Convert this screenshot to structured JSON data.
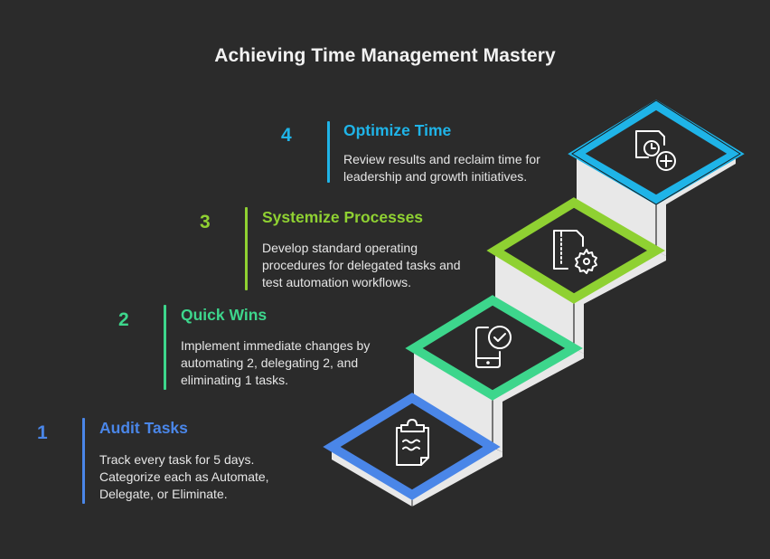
{
  "title": "Achieving Time Management Mastery",
  "colors": {
    "background": "#2b2b2b",
    "step1": "#4a86e8",
    "step2": "#3dd68c",
    "step3": "#8fd132",
    "step4": "#1fb4e8",
    "block_face": "#e8e8e8",
    "block_side": "#dcdcdc"
  },
  "steps": [
    {
      "number": "1",
      "heading": "Audit Tasks",
      "description_lines": [
        "Track every task for 5 days.",
        "Categorize each as Automate,",
        "Delegate, or Eliminate."
      ],
      "icon": "clipboard-notes-icon",
      "color": "#4a86e8"
    },
    {
      "number": "2",
      "heading": "Quick Wins",
      "description_lines": [
        "Implement immediate changes by",
        "automating 2, delegating 2, and",
        "eliminating 1 tasks."
      ],
      "icon": "mobile-check-icon",
      "color": "#3dd68c"
    },
    {
      "number": "3",
      "heading": "Systemize Processes",
      "description_lines": [
        "Develop standard operating",
        "procedures for delegated tasks and",
        "test automation workflows."
      ],
      "icon": "zip-file-gear-icon",
      "color": "#8fd132"
    },
    {
      "number": "4",
      "heading": "Optimize Time",
      "description_lines": [
        "Review results and reclaim time for",
        "leadership and growth initiatives."
      ],
      "icon": "document-clock-add-icon",
      "color": "#1fb4e8"
    }
  ]
}
